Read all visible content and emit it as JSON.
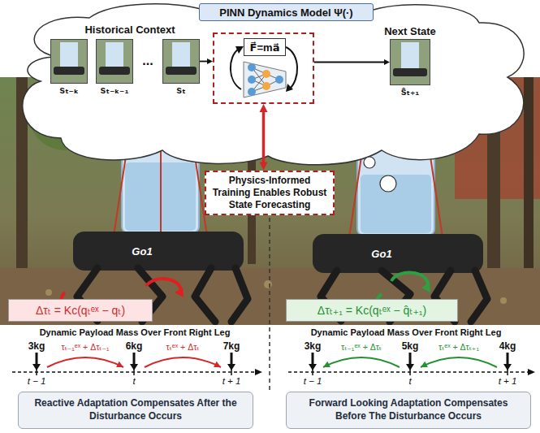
{
  "diagram": {
    "nodes": [
      {
        "text": [
          "PINN Dynamics Model Ψ(·)"
        ]
      },
      {
        "text": [
          "sₜ₋ₖ"
        ]
      },
      {
        "text": [
          "sₜ₋ₖ₋₁"
        ]
      },
      {
        "text": [
          "sₜ"
        ]
      },
      {
        "text": []
      },
      {
        "text": [
          "F⃗=ma⃗"
        ],
        "in": 4
      },
      {
        "text": [
          "Next State",
          "ŝₜ₊₁"
        ]
      },
      {
        "text": [
          "Physics-Informed Training Enables Robust State Forecasting"
        ]
      },
      {
        "text": [
          "Δτₜ = Kc(qₜᵉˣ − qₜ)"
        ]
      },
      {
        "text": [
          "Δτₜ₊₁ = Kc(qₜᵉˣ − q̂ₜ₊₁)"
        ]
      },
      {
        "text": [
          "Reactive Adaptation Compensates After the Disturbance Occurs"
        ]
      },
      {
        "text": [
          "Forward Looking Adaptation Compensates Before The Disturbance Occurs"
        ]
      }
    ],
    "edges": [
      {
        "from": 3,
        "to": 4,
        "arrow": "to"
      },
      {
        "from": 4,
        "to": 6,
        "arrow": "to"
      },
      {
        "from": 7,
        "to": 4,
        "arrow": "both"
      }
    ],
    "labels": [
      "Historical Context",
      "...",
      "Go1",
      "Go1",
      "Dynamic Payload Mass Over Front Right Leg",
      "3kg",
      "6kg",
      "7kg",
      "τₜ₋₁ᵉˣ + Δτₜ₋₁",
      "τₜᵉˣ + Δτₜ",
      "t − 1",
      "t",
      "t + 1",
      "Dynamic Payload Mass Over Front Right Leg",
      "3kg",
      "5kg",
      "4kg",
      "τₜ₋₁ᵉˣ + Δτₜ",
      "τₜᵉˣ + Δτₜ₊₁",
      "t − 1",
      "t",
      "t + 1"
    ]
  }
}
